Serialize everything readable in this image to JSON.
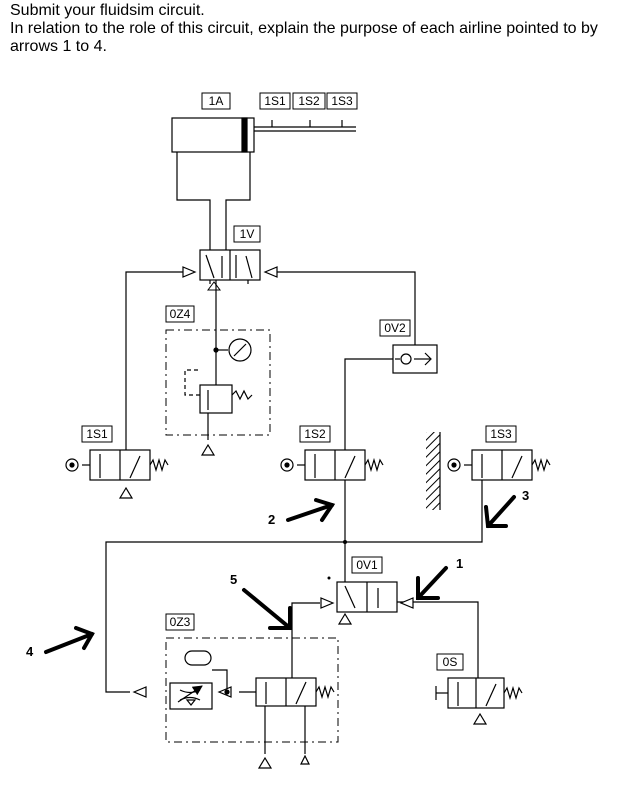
{
  "question": {
    "line1": "Submit your fluidsim circuit.",
    "line2": "In relation to the role of this circuit, explain the purpose of each airline pointed to by arrows 1 to 4."
  },
  "labels": {
    "cyl": "1A",
    "s1": "1S1",
    "s2": "1S2",
    "s3": "1S3",
    "v1": "1V",
    "z4": "0Z4",
    "ov2": "0V2",
    "b1s1": "1S1",
    "b1s2": "1S2",
    "b1s3": "1S3",
    "ov1": "0V1",
    "z3": "0Z3",
    "os": "0S"
  },
  "arrows": {
    "a1": "1",
    "a2": "2",
    "a3": "3",
    "a4": "4",
    "a5": "5"
  }
}
